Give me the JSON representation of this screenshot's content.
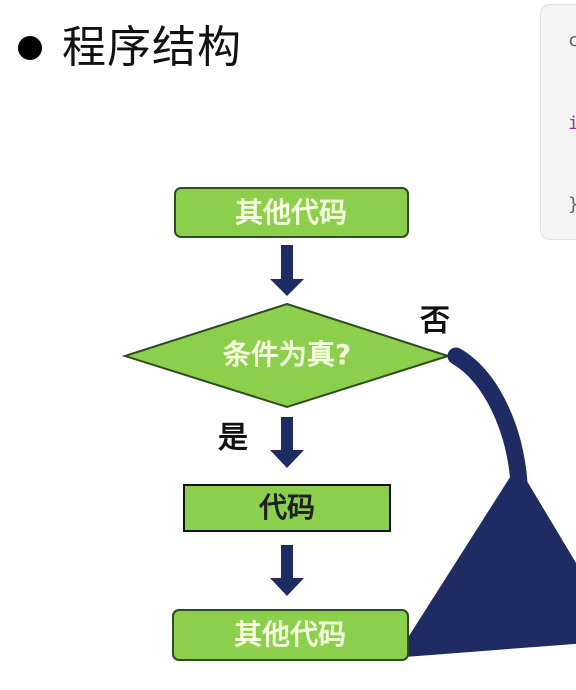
{
  "heading": {
    "title": "程序结构"
  },
  "code_panel": {
    "line_1": "c",
    "line_2": "i",
    "line_3": "}"
  },
  "diagram": {
    "nodes": {
      "start": "其他代码",
      "condition": "条件为真?",
      "code": "代码",
      "end": "其他代码"
    },
    "labels": {
      "yes": "是",
      "no": "否"
    }
  },
  "colors": {
    "node_fill": "#8ccf4c",
    "node_border": "#2f4b22",
    "arrow": "#1f2b63",
    "text_light": "#f5ffdf",
    "text_dark": "#1f1f1f"
  }
}
